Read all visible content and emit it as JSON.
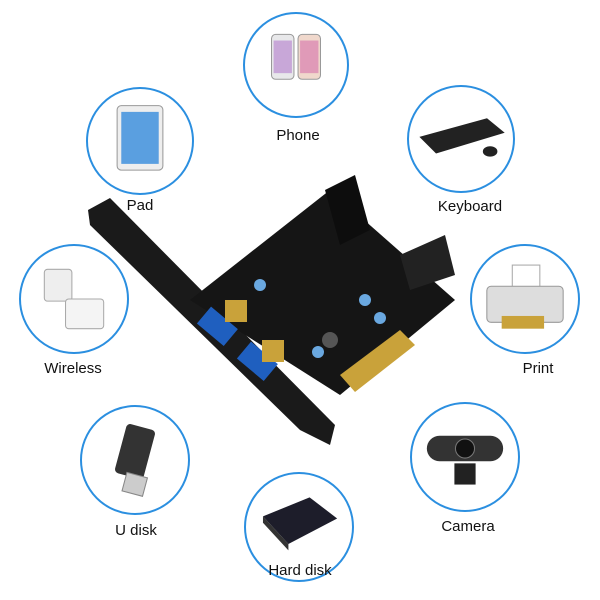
{
  "devices": [
    {
      "label": "Phone",
      "icon": "phone-icon"
    },
    {
      "label": "Pad",
      "icon": "tablet-icon"
    },
    {
      "label": "Keyboard",
      "icon": "keyboard-icon"
    },
    {
      "label": "Wireless",
      "icon": "wifi-adapter-icon"
    },
    {
      "label": "Print",
      "icon": "printer-icon"
    },
    {
      "label": "U disk",
      "icon": "usb-drive-icon"
    },
    {
      "label": "Camera",
      "icon": "webcam-icon"
    },
    {
      "label": "Hard disk",
      "icon": "hard-disk-icon"
    }
  ],
  "colors": {
    "ring": "#2b8fe0",
    "pcb": "#151515",
    "usb_port": "#1f5fbf"
  }
}
